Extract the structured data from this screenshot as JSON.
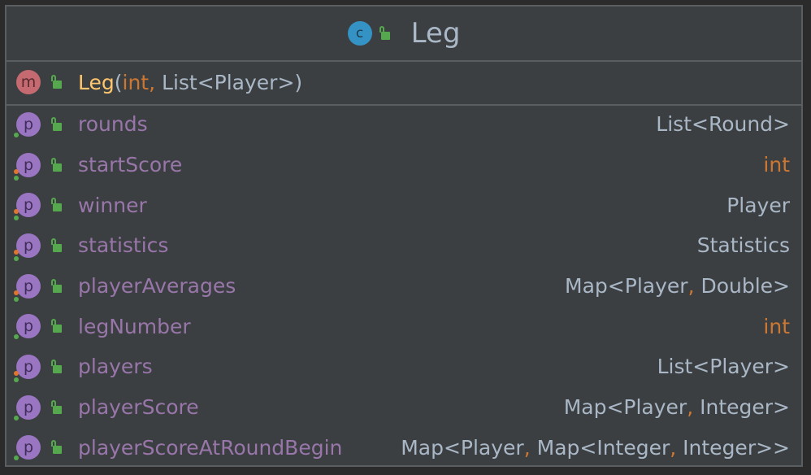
{
  "class": {
    "name": "Leg",
    "icon_letter": "c"
  },
  "constructor": {
    "icon_letter": "m",
    "name": "Leg",
    "param1": "int",
    "param2": "List<Player>"
  },
  "properties": [
    {
      "icon_letter": "p",
      "name": "rounds",
      "type": "List<Round>"
    },
    {
      "icon_letter": "p",
      "name": "startScore",
      "type": "int"
    },
    {
      "icon_letter": "p",
      "name": "winner",
      "type": "Player"
    },
    {
      "icon_letter": "p",
      "name": "statistics",
      "type": "Statistics"
    },
    {
      "icon_letter": "p",
      "name": "playerAverages",
      "type_a": "Map<Player",
      "type_b": " Double>"
    },
    {
      "icon_letter": "p",
      "name": "legNumber",
      "type": "int"
    },
    {
      "icon_letter": "p",
      "name": "players",
      "type": "List<Player>"
    },
    {
      "icon_letter": "p",
      "name": "playerScore",
      "type_a": "Map<Player",
      "type_b": " Integer>"
    },
    {
      "icon_letter": "p",
      "name": "playerScoreAtRoundBegin",
      "type_a": "Map<Player",
      "type_b": " Map<Integer",
      "type_c": " Integer>>"
    }
  ],
  "colors": {
    "background": "#3c3f41",
    "border": "#5b5e60",
    "class_icon": "#3592c4",
    "method_icon": "#c46a70",
    "property_icon": "#9a75c2",
    "lock": "#55a84e",
    "keyword": "#cc7832",
    "property_name": "#9876aa",
    "method_name": "#ffc66d",
    "text": "#a9b7c6"
  }
}
